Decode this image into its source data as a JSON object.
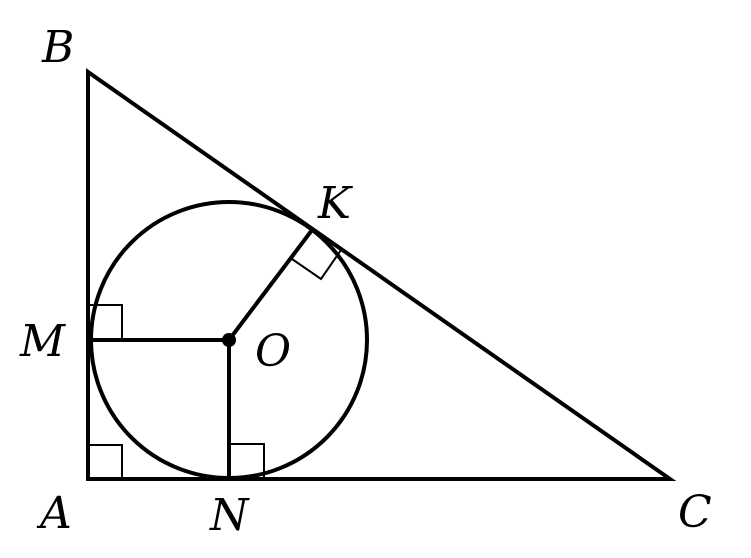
{
  "figure": {
    "kind": "geometry",
    "description_shown": false,
    "points": {
      "A": "A",
      "B": "B",
      "C": "C",
      "K": "K",
      "M": "M",
      "N": "N",
      "O": "O"
    },
    "colors": {
      "stroke": "#000000",
      "background": "#ffffff"
    }
  }
}
